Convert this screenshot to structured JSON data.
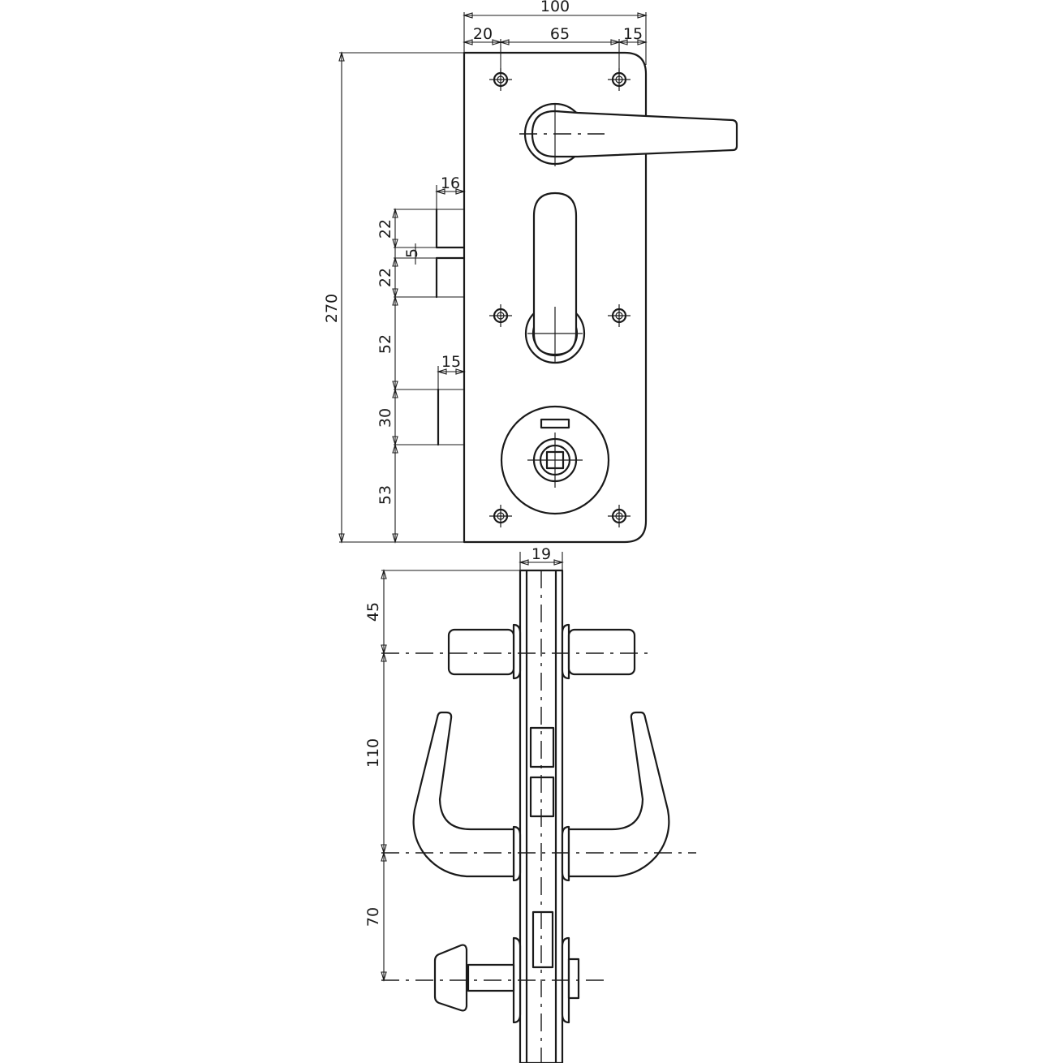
{
  "front_view": {
    "width_total": "100",
    "width_left": "20",
    "width_mid": "65",
    "width_right": "15",
    "height_total": "270",
    "bolt_depth": "16",
    "latch_depth": "15",
    "vertical_segments": [
      "22",
      "5",
      "22",
      "52",
      "30",
      "53"
    ]
  },
  "side_view": {
    "plate_thickness": "19",
    "vertical_segments": [
      "45",
      "110",
      "70"
    ]
  }
}
